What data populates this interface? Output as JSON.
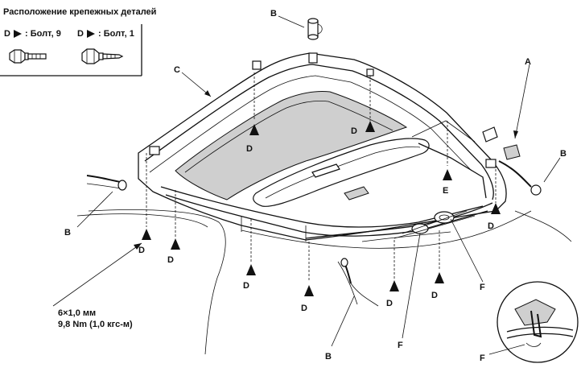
{
  "legend": {
    "title": "Расположение крепежных деталей",
    "items": [
      {
        "code": "D",
        "text": ": Болт, 9"
      },
      {
        "code": "D",
        "text": ": Болт, 1"
      }
    ]
  },
  "spec": {
    "size": "6×1,0 мм",
    "torque": "9,8 Nm (1,0 кгс-м)"
  },
  "labels": {
    "A": "A",
    "B": "B",
    "C": "C",
    "D": "D",
    "E": "E",
    "F": "F"
  }
}
